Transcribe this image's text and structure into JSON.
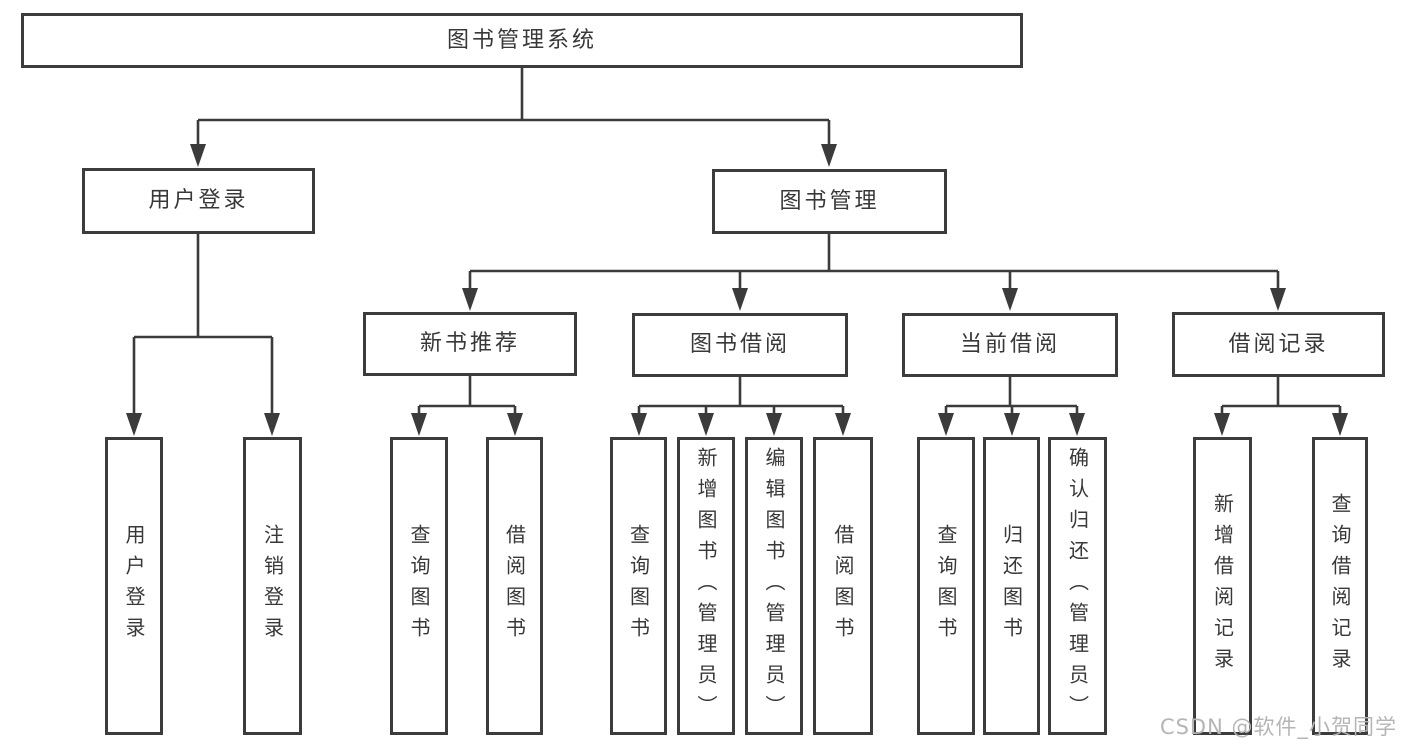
{
  "root_label": "图书管理系统",
  "branches": {
    "user_login": {
      "label": "用户登录",
      "children": [
        "用户登录",
        "注销登录"
      ]
    },
    "book_management": {
      "label": "图书管理"
    },
    "new_book_recommend": {
      "label": "新书推荐",
      "children": [
        "查询图书",
        "借阅图书"
      ]
    },
    "book_borrow": {
      "label": "图书借阅",
      "children": [
        "查询图书",
        "新增图书（管理员）",
        "编辑图书（管理员）",
        "借阅图书"
      ]
    },
    "current_borrow": {
      "label": "当前借阅",
      "children": [
        "查询图书",
        "归还图书",
        "确认归还（管理员）"
      ]
    },
    "borrow_record": {
      "label": "借阅记录",
      "children": [
        "新增借阅记录",
        "查询借阅记录"
      ]
    }
  },
  "watermark": "CSDN @软件_小贺同学",
  "colors": {
    "line": "#3b3b3b",
    "node_border": "#3c3c3c",
    "text": "#383838",
    "watermark": "#b5b5b5",
    "background": "#ffffff"
  }
}
